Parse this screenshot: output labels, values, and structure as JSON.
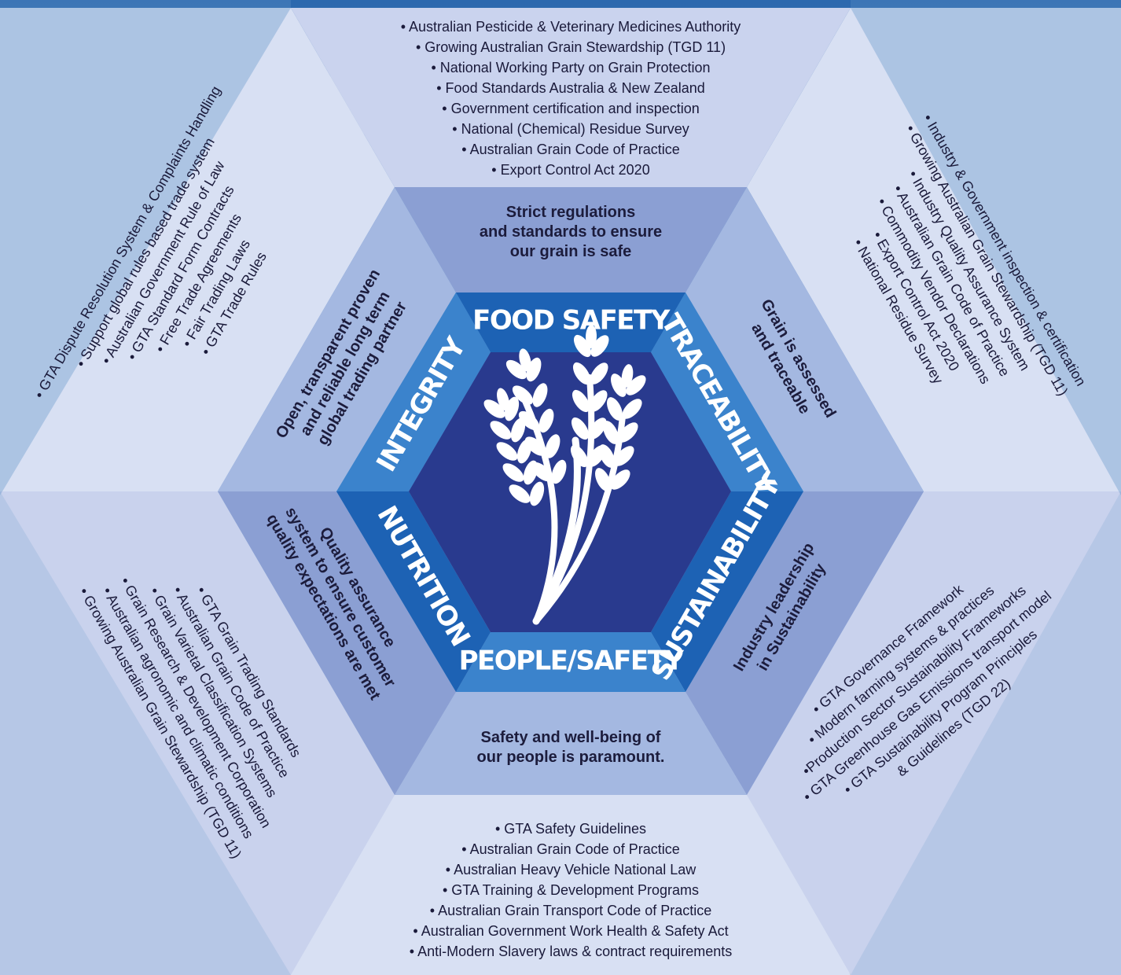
{
  "pillars": {
    "top": "FOOD SAFETY",
    "upper_left": "INTEGRITY",
    "upper_right": "TRACEABILITY",
    "lower_left": "NUTRITION",
    "lower_right": "SUSTAINABILITY",
    "bottom": "PEOPLE/SAFETY"
  },
  "summaries": {
    "top": [
      "Strict regulations",
      "and standards to ensure",
      "our grain is safe"
    ],
    "upper_left": [
      "Open, transparent proven",
      "and reliable long term",
      "global trading partner"
    ],
    "upper_right": [
      "Grain is assessed",
      "and traceable"
    ],
    "lower_left": [
      "Quality assurance",
      "system to ensure customer",
      "quality expectations are met"
    ],
    "lower_right": [
      "Industry leadership",
      "in Sustainability"
    ],
    "bottom": [
      "Safety and well-being of",
      "our people is paramount."
    ]
  },
  "lists": {
    "top": [
      "• Australian Pesticide & Veterinary Medicines Authority",
      "• Growing Australian Grain Stewardship (TGD 11)",
      "• National Working Party on Grain Protection",
      "• Food Standards Australia & New Zealand",
      "• Government certification and inspection",
      "• National (Chemical) Residue Survey",
      "• Australian Grain Code of Practice",
      "• Export Control Act 2020"
    ],
    "upper_left": [
      "• GTA Dispute Resolution System & Complaints Handling",
      "• Support global rules based trade system",
      "• Australian Government Rule of Law",
      "• GTA Standard Form Contracts",
      "• Free Trade Agreements",
      "• Fair Trading Laws",
      "• GTA Trade Rules"
    ],
    "upper_right": [
      "• Industry & Government inspection & certification",
      "• Growing Australian Grain Stewardship (TGD 11)",
      "• Industry Quality Assurance System",
      "• Australian Grain Code of Practice",
      "• Commodity Vendor Declarations",
      "• Export Control Act 2020",
      "• National Residue Survey"
    ],
    "lower_left": [
      "• GTA Grain Trading Standards",
      "• Australian Grain Code of Practice",
      "• Grain Varietal Classification Systems",
      "• Grain Research & Development Corporation",
      "• Australian agronomic and climatic conditions",
      "• Growing Australian Grain Stewardship (TGD 11)"
    ],
    "lower_right": [
      "• GTA Governance Framework",
      "• Modern farming systems & practices",
      "•Production Sector Sustainability Frameworks",
      "• GTA Greenhouse Gas Emissions transport model",
      "• GTA Sustainability Program Principles",
      "& Guidelines (TGD 22)"
    ],
    "bottom": [
      "• GTA Safety Guidelines",
      "• Australian Grain Code of Practice",
      "• Australian Heavy Vehicle National Law",
      "• GTA Training & Development Programs",
      "• Australian Grain Transport Code of Practice",
      "• Australian Government Work Health & Safety Act",
      "• Anti-Modern Slavery laws & contract requirements"
    ]
  },
  "colors": {
    "outer_light": "#d6def1",
    "outer_mid": "#c7d1ec",
    "middle_light": "#a3b7e0",
    "middle_mid": "#8a9ed2",
    "pillar_dark": "#1d62b4",
    "pillar_light": "#3b83cc",
    "core": "#293a8e",
    "sky_top": "#2f6fb3",
    "grass": "#5f9a33"
  },
  "icons": {
    "center": "wheat-icon"
  }
}
